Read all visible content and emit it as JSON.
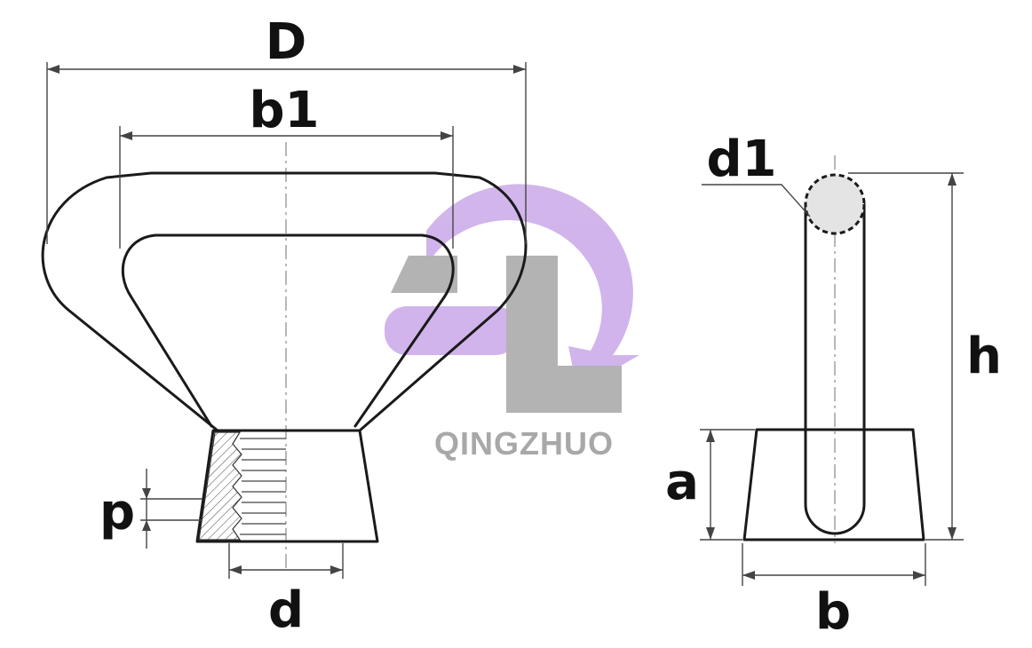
{
  "labels": {
    "D": "D",
    "b1": "b1",
    "p": "p",
    "d": "d",
    "d1": "d1",
    "h": "h",
    "a": "a",
    "b": "b"
  },
  "watermark": {
    "text": "QINGZHUO",
    "colors": {
      "purple": "#c9a8e8",
      "gray": "#a6a6a6"
    }
  },
  "colors": {
    "line": "#1a1a1a",
    "bar_fill": "#e4e4e4"
  }
}
